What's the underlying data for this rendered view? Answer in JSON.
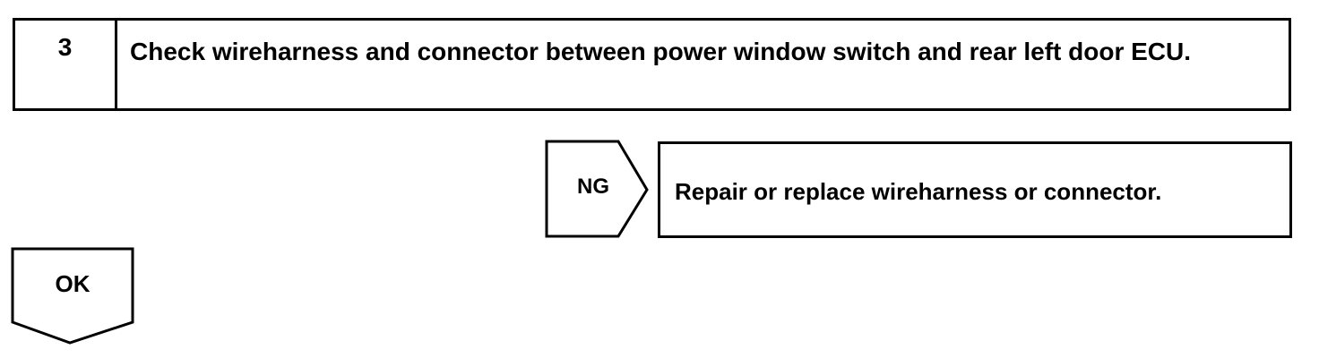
{
  "step": {
    "number": "3",
    "text": "Check wireharness and connector between power window switch and rear left door ECU."
  },
  "ng_branch": {
    "label": "NG",
    "action": "Repair or replace wireharness or connector."
  },
  "ok_branch": {
    "label": "OK"
  }
}
